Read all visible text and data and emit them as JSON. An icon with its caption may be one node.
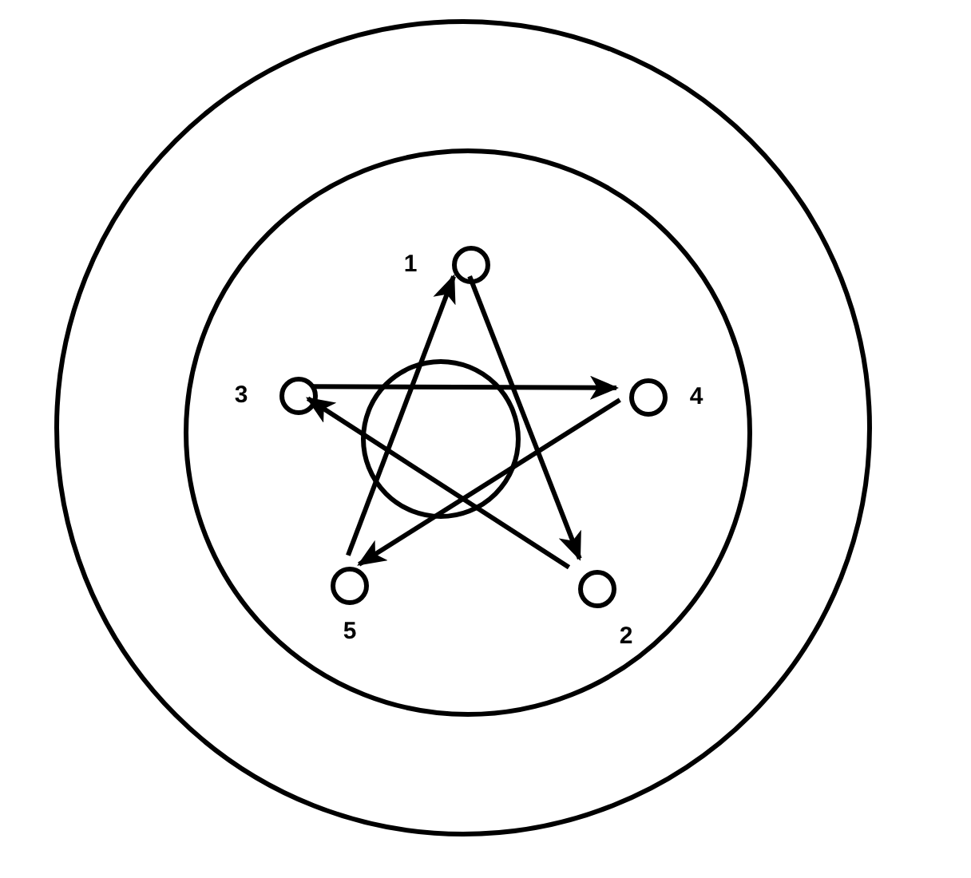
{
  "diagram": {
    "nodes": [
      {
        "text": [],
        "shape": "circle"
      },
      {
        "text": [],
        "shape": "circle",
        "in": 0
      },
      {
        "text": [],
        "shape": "circle",
        "in": 1,
        "beside": [
          "1"
        ]
      },
      {
        "text": [],
        "shape": "circle",
        "in": 1,
        "beside": [
          "3"
        ]
      },
      {
        "text": [],
        "shape": "circle",
        "in": 1,
        "beside": [
          "4"
        ]
      },
      {
        "text": [],
        "shape": "circle",
        "in": 1,
        "beside": [
          "5"
        ]
      },
      {
        "text": [],
        "shape": "circle",
        "in": 1,
        "beside": [
          "2"
        ]
      }
    ],
    "edges": [
      {
        "from": 2,
        "to": 6,
        "arrow": "to"
      },
      {
        "from": 6,
        "to": 3,
        "arrow": "to"
      },
      {
        "from": 3,
        "to": 4,
        "arrow": "to"
      },
      {
        "from": 4,
        "to": 5,
        "arrow": "to"
      },
      {
        "from": 5,
        "to": 2,
        "arrow": "to"
      }
    ]
  }
}
